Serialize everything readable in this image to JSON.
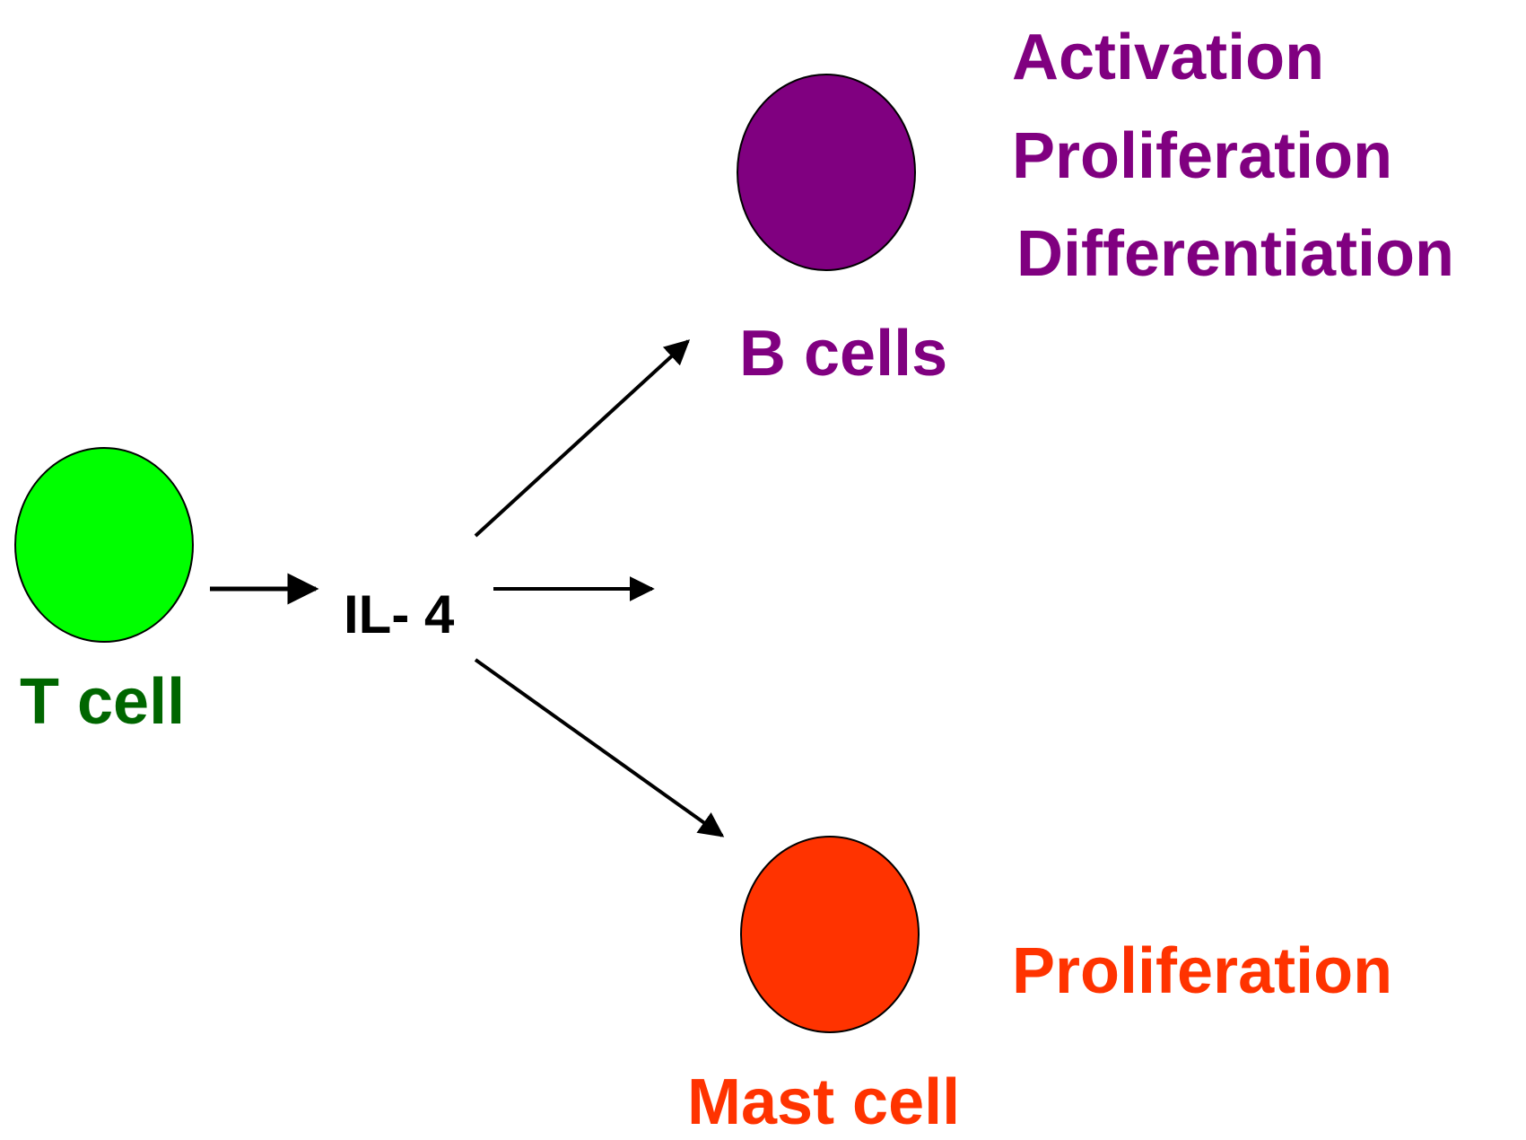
{
  "colors": {
    "t_cell": "#00ff00",
    "t_cell_text": "#006600",
    "b_cell": "#800080",
    "mast_cell": "#ff3300",
    "arrow": "#000000",
    "outline": "#000000"
  },
  "nodes": {
    "t_cell": {
      "label": "T cell"
    },
    "il4": {
      "label": "IL- 4"
    },
    "b_cells": {
      "label": "B cells",
      "effects": [
        "Activation",
        "Proliferation",
        "Differentiation"
      ]
    },
    "mast_cell": {
      "label": "Mast cell",
      "effects": [
        "Proliferation"
      ]
    }
  }
}
